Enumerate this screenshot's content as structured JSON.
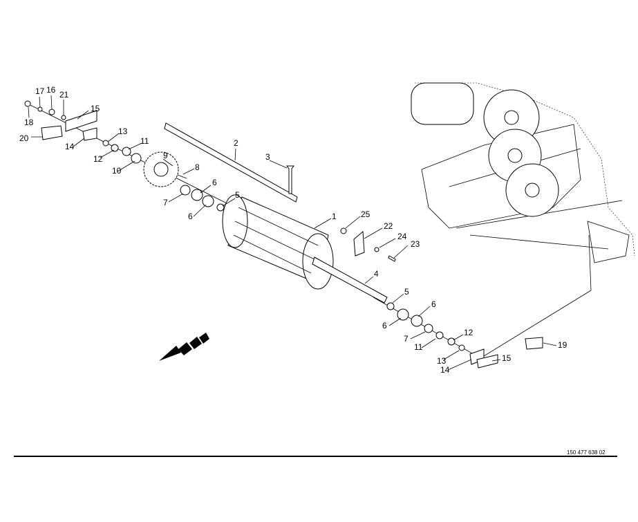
{
  "diagram": {
    "document_number": "150 477 638 02",
    "callouts": [
      "17",
      "16",
      "21",
      "15",
      "18",
      "20",
      "14",
      "13",
      "12",
      "11",
      "10",
      "9",
      "8",
      "7",
      "6",
      "6",
      "5",
      "2",
      "3",
      "1",
      "25",
      "22",
      "24",
      "23",
      "4",
      "5",
      "6",
      "6",
      "7",
      "11",
      "12",
      "13",
      "14",
      "15",
      "19"
    ]
  }
}
